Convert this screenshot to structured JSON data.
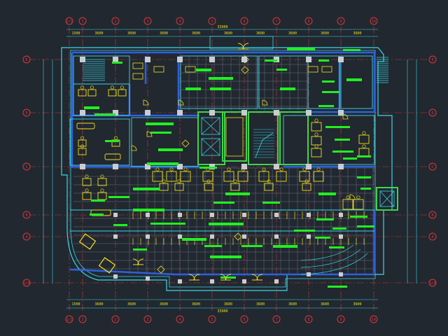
{
  "drawing": {
    "background": "#212830",
    "colors": {
      "grid_axis": "#c43a3a",
      "bubble": "#e0343a",
      "wall": "#2f5fe0",
      "outline": "#39d7e8",
      "furniture": "#f0e020",
      "label": "#22ee22",
      "dim_text": "#f0e020",
      "tile": "#6b7380",
      "column": "#c9cdd2",
      "core": "#3fd44a"
    },
    "column_axes": [
      "1/1",
      "1",
      "2",
      "3",
      "4",
      "5",
      "6",
      "7",
      "8",
      "9",
      "10"
    ],
    "row_axes_right": [
      "E",
      "D",
      "C",
      "B",
      "A",
      "1/A"
    ],
    "row_axes_left": [
      "E",
      "D",
      "C",
      "B",
      "A",
      "1/A"
    ],
    "top_spacings": [
      "1500",
      "3600",
      "3600",
      "3600",
      "3600",
      "3600",
      "3600",
      "3600",
      "3600",
      "3600"
    ],
    "bottom_spacings": [
      "1500",
      "3600",
      "3600",
      "3600",
      "3600",
      "3600",
      "3600",
      "3600",
      "3600",
      "3600"
    ],
    "total_dimension": "33900",
    "icons": [
      "stair-icon",
      "elevator-icon",
      "door-swing-icon",
      "desk-chair-icon",
      "sofa-icon",
      "column-icon"
    ]
  }
}
